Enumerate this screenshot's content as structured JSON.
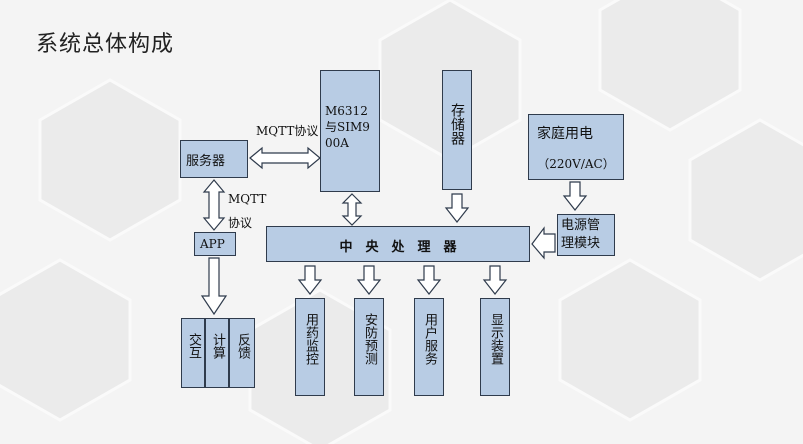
{
  "title": "系统总体构成",
  "boxes": {
    "m6312": "M6312与SIM900A",
    "storage": "存储器",
    "home_power_line1": "家庭用电",
    "home_power_line2": "（220V/AC）",
    "server": "服务器",
    "app": "APP",
    "cpu": "中　央　处　理　器",
    "power_module": "电源管理模块",
    "interaction": "交互",
    "compute": "计算",
    "feedback": "反馈",
    "med_monitor": "用药监控",
    "security": "安防预测",
    "user_service": "用户服务",
    "display": "显示装置"
  },
  "labels": {
    "mqtt_top": "MQTT协议",
    "mqtt_left_1": "MQTT",
    "mqtt_left_2": "协议"
  },
  "colors": {
    "box_fill": "#b8cce4",
    "box_border": "#2f3b4c"
  }
}
